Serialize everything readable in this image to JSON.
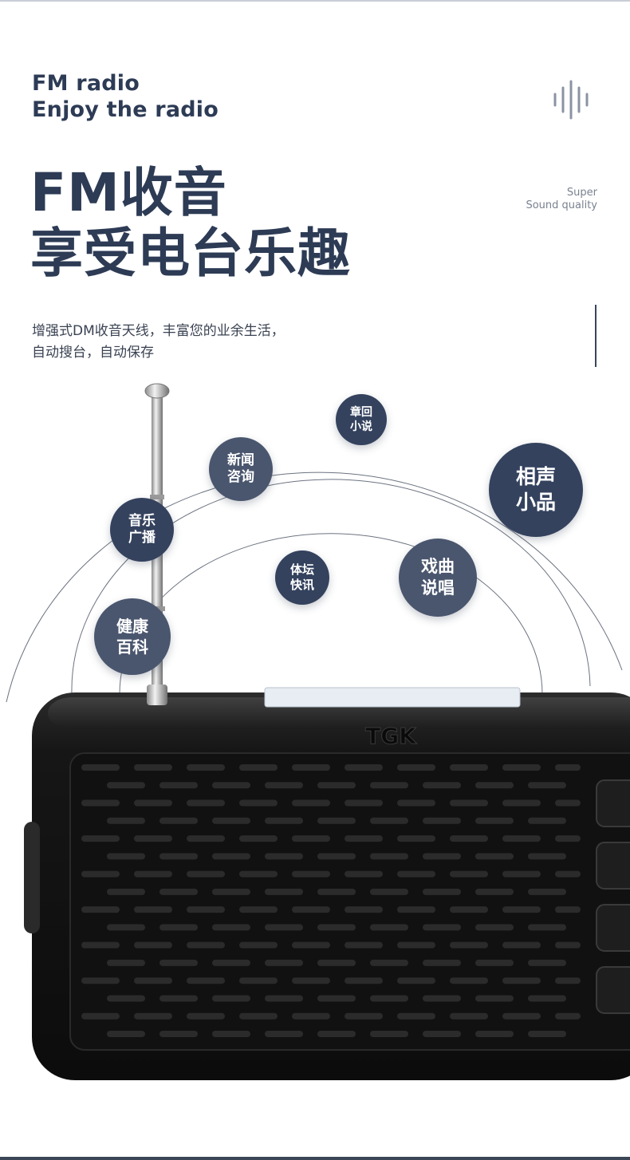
{
  "header": {
    "line1": "FM radio",
    "line2": "Enjoy the radio"
  },
  "title": {
    "line1": "FM收音",
    "line2": "享受电台乐趣"
  },
  "side_label": {
    "line1": "Super",
    "line2": "Sound quality"
  },
  "description": {
    "line1": "增强式DM收音天线，丰富您的业余生活，",
    "line2": "自动搜台，自动保存"
  },
  "bubbles": [
    {
      "id": "novel",
      "line1": "章回",
      "line2": "小说"
    },
    {
      "id": "news",
      "line1": "新闻",
      "line2": "咨询"
    },
    {
      "id": "crosstalk",
      "line1": "相声",
      "line2": "小品"
    },
    {
      "id": "music",
      "line1": "音乐",
      "line2": "广播"
    },
    {
      "id": "sports",
      "line1": "体坛",
      "line2": "快讯"
    },
    {
      "id": "opera",
      "line1": "戏曲",
      "line2": "说唱"
    },
    {
      "id": "health",
      "line1": "健康",
      "line2": "百科"
    }
  ],
  "device": {
    "brand": "TGK"
  },
  "icons": {
    "sound_wave": "sound-wave-icon"
  },
  "colors": {
    "heading": "#2d3b55",
    "bubble": "#3b4a66",
    "device_body": "#1a1a1a"
  }
}
